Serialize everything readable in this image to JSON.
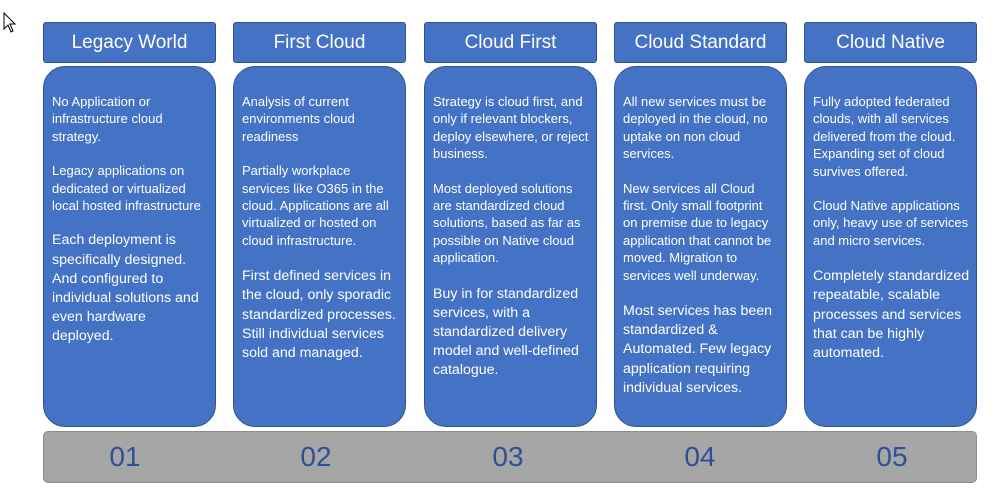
{
  "stages": [
    {
      "title": "Legacy World",
      "paragraphs": [
        "No Application or infrastructure cloud strategy.",
        "Legacy applications on dedicated or virtualized local hosted infrastructure",
        "Each deployment is specifically designed. And configured to individual solutions and even hardware deployed."
      ],
      "number": "01"
    },
    {
      "title": "First Cloud",
      "paragraphs": [
        "Analysis of current environments cloud readiness",
        "Partially workplace services like O365 in the cloud. Applications are all virtualized or hosted on cloud infrastructure.",
        "First defined services in the cloud, only sporadic standardized processes. Still individual services sold and managed."
      ],
      "number": "02"
    },
    {
      "title": "Cloud First",
      "paragraphs": [
        "Strategy is cloud first, and only if relevant blockers, deploy elsewhere, or reject business.",
        "Most deployed solutions are standardized cloud solutions, based as far as possible on Native cloud application.",
        "Buy in for standardized services, with a standardized delivery model and well-defined catalogue."
      ],
      "number": "03"
    },
    {
      "title": "Cloud Standard",
      "paragraphs": [
        "All new services must be deployed in the cloud, no uptake on non cloud services.",
        "New services all Cloud first. Only small footprint on premise due to legacy application that cannot be moved. Migration to services well underway.",
        "Most services has been standardized & Automated. Few legacy application requiring individual services."
      ],
      "number": "04"
    },
    {
      "title": "Cloud Native",
      "paragraphs": [
        "Fully adopted federated clouds, with all services delivered from the cloud. Expanding set of cloud survives offered.",
        "Cloud Native applications only, heavy use of services and micro services.",
        "Completely standardized repeatable, scalable processes and services that can be highly automated."
      ],
      "number": "05"
    }
  ],
  "colors": {
    "box_fill": "#4472c4",
    "box_border": "#2f528f",
    "bar_fill": "#a6a6a6",
    "number_text": "#2f4f9a"
  },
  "icons": {
    "cursor": "mouse-pointer-icon"
  }
}
